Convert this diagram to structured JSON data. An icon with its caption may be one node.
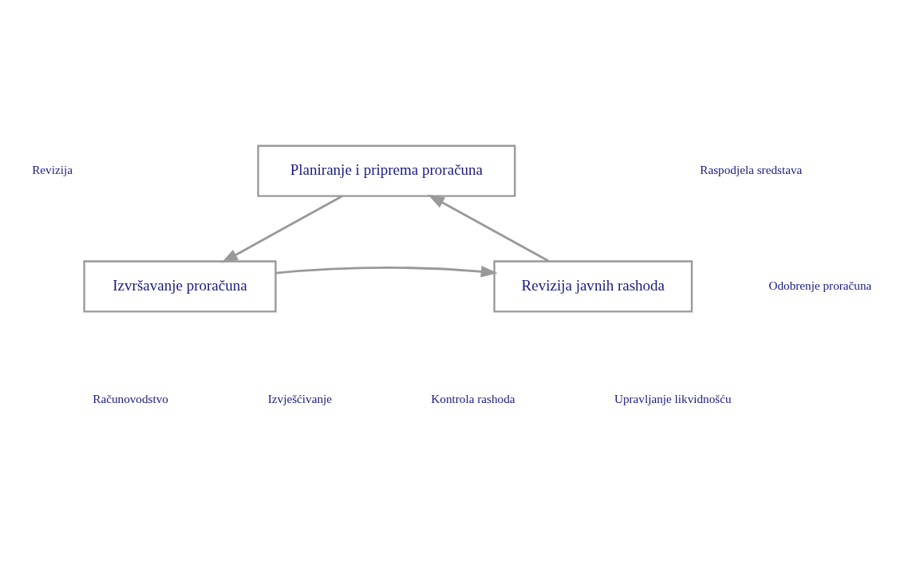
{
  "diagram": {
    "nodes": [
      {
        "text": [
          "Planiranje i priprema proračuna"
        ]
      },
      {
        "text": [
          "Izvršavanje proračuna"
        ]
      },
      {
        "text": [
          "Revizija javnih rashoda"
        ]
      }
    ],
    "edges": [
      {
        "from": 0,
        "to": 1,
        "arrow": "to"
      },
      {
        "from": 1,
        "to": 2,
        "arrow": "to"
      },
      {
        "from": 2,
        "to": 0,
        "arrow": "to"
      }
    ],
    "labels": [
      "Revizija",
      "Raspodjela sredstava",
      "Odobrenje proračuna",
      "Upravljanje likvidnošću",
      "Računovodstvo",
      "Kontrola rashoda",
      "Izvješćivanje"
    ]
  }
}
